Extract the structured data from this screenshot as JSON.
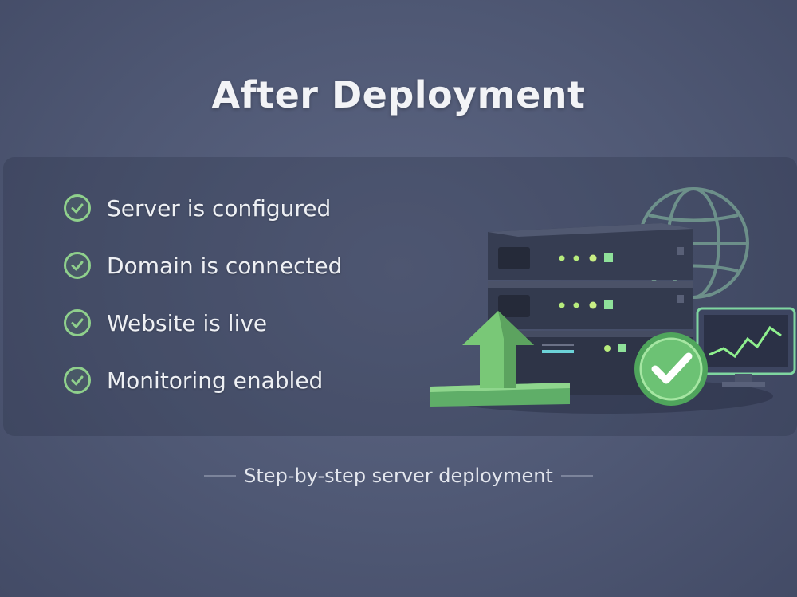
{
  "title": "After Deployment",
  "checklist": [
    {
      "label": "Server is configured",
      "icon": "check-circle-icon"
    },
    {
      "label": "Domain is connected",
      "icon": "check-circle-icon"
    },
    {
      "label": "Website is live",
      "icon": "check-circle-icon"
    },
    {
      "label": "Monitoring enabled",
      "icon": "check-circle-icon"
    }
  ],
  "illustration": {
    "icons": [
      "globe-icon",
      "server-rack-icon",
      "upload-arrow-icon",
      "checkmark-badge-icon",
      "monitor-chart-icon"
    ]
  },
  "caption": "Step-by-step server deployment",
  "colors": {
    "background": "#4f5874",
    "accent_green": "#7cc878",
    "text": "#eef0f4"
  }
}
